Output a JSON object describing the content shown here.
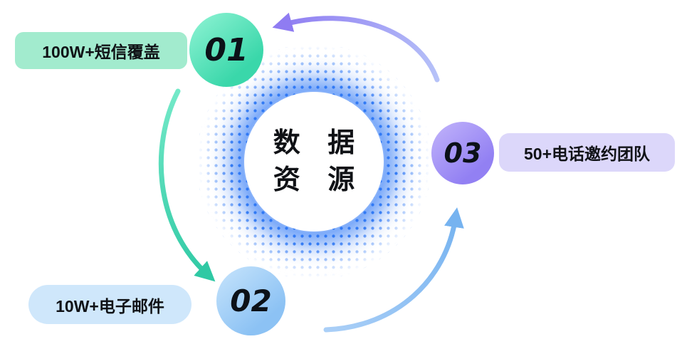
{
  "diagram": {
    "center": {
      "line1": "数 据",
      "line2": "资 源"
    },
    "nodes": [
      {
        "number": "01",
        "label": "100W+短信覆盖"
      },
      {
        "number": "02",
        "label": "10W+电子邮件"
      },
      {
        "number": "03",
        "label": "50+电话邀约团队"
      }
    ],
    "colors": {
      "node1_gradient_start": "#8bf2d2",
      "node1_gradient_end": "#3ad7aa",
      "node2_gradient_start": "#c3e2fb",
      "node2_gradient_end": "#8cc2f4",
      "node3_gradient_start": "#bfb1fa",
      "node3_gradient_end": "#9280f3",
      "pill1_bg": "#a2ebce",
      "pill2_bg": "#cfe7fb",
      "pill3_bg": "#dcd7fa",
      "ring_dot_blue": "#2b76f4",
      "arrow_purple": "#8f7cf2",
      "arrow_teal": "#2fc9a4",
      "arrow_blue": "#76b3f0",
      "text_color": "#101216"
    }
  }
}
